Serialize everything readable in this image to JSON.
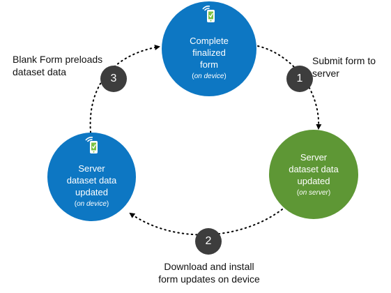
{
  "nodes": {
    "complete": {
      "main_text": "Complete\nfinalized\nform",
      "paren_open": "(",
      "context": "on device",
      "paren_close": ")",
      "color": "#0D77C3",
      "icon": "mobile-device-icon"
    },
    "server_updated": {
      "main_text": "Server\ndataset data\nupdated",
      "paren_open": "(",
      "context": "on server",
      "paren_close": ")",
      "color": "#5E9735"
    },
    "device_updated": {
      "main_text": "Server\ndataset data\nupdated",
      "paren_open": "(",
      "context": "on device",
      "paren_close": ")",
      "color": "#0D77C3",
      "icon": "mobile-device-icon"
    }
  },
  "steps": [
    {
      "number": "1",
      "label": "Submit form to\nserver"
    },
    {
      "number": "2",
      "label": "Download and install\nform updates on device"
    },
    {
      "number": "3",
      "label": "Blank Form preloads\ndataset data"
    }
  ],
  "badge_color": "#3D3D3D",
  "arrow_color": "#000000"
}
